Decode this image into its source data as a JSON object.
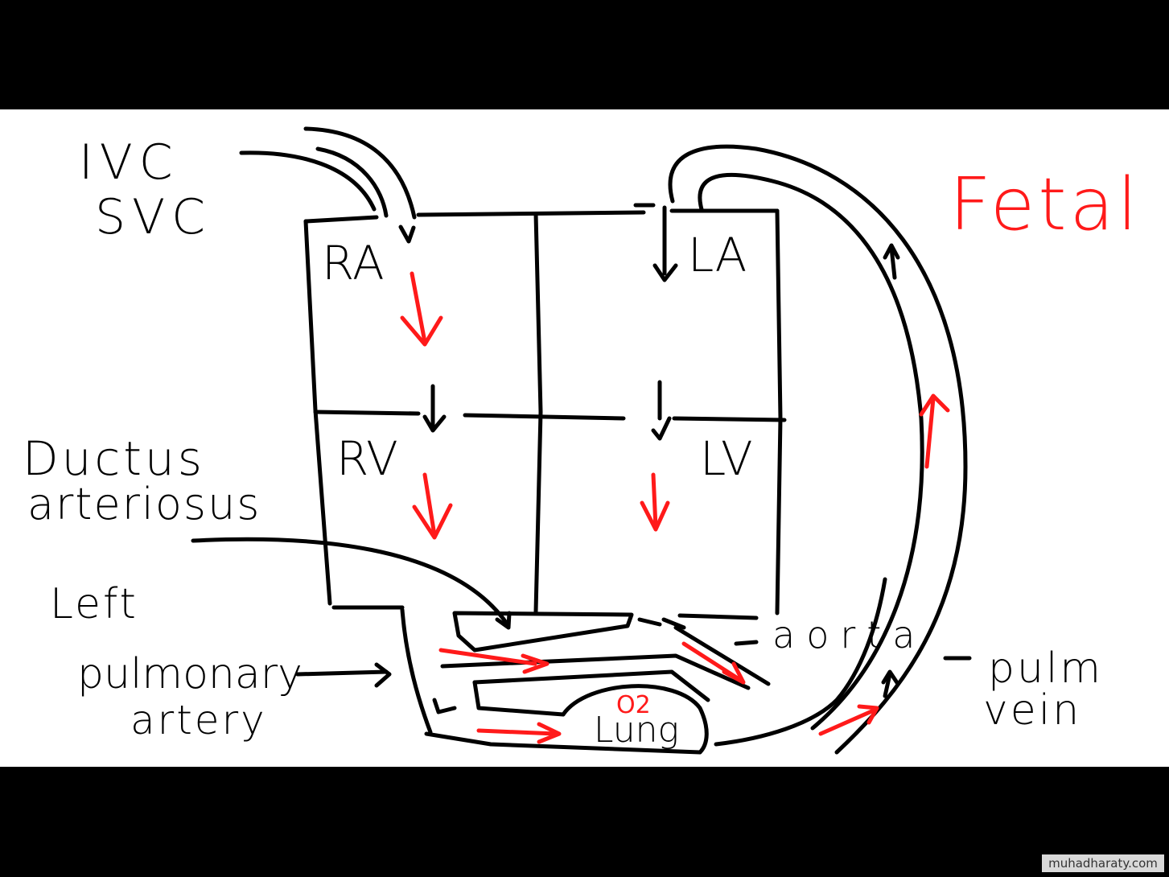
{
  "title": "Fetal",
  "labels": {
    "ivc": "IVC",
    "svc": "SVC",
    "ra": "RA",
    "la": "LA",
    "rv": "RV",
    "lv": "LV",
    "ductus_line1": "Ductus",
    "ductus_line2": "arteriosus",
    "left_pa_line1": "Left",
    "left_pa_line2": "pulmonary",
    "left_pa_line3": "artery",
    "aorta": "aorta",
    "pulm_vein_line1": "pulm",
    "pulm_vein_line2": "vein",
    "lung": "Lung",
    "o2": "O2"
  },
  "watermark": "muhadharaty.com",
  "colors": {
    "ink": "#000000",
    "flow": "#ff1a1a",
    "background": "#ffffff"
  }
}
